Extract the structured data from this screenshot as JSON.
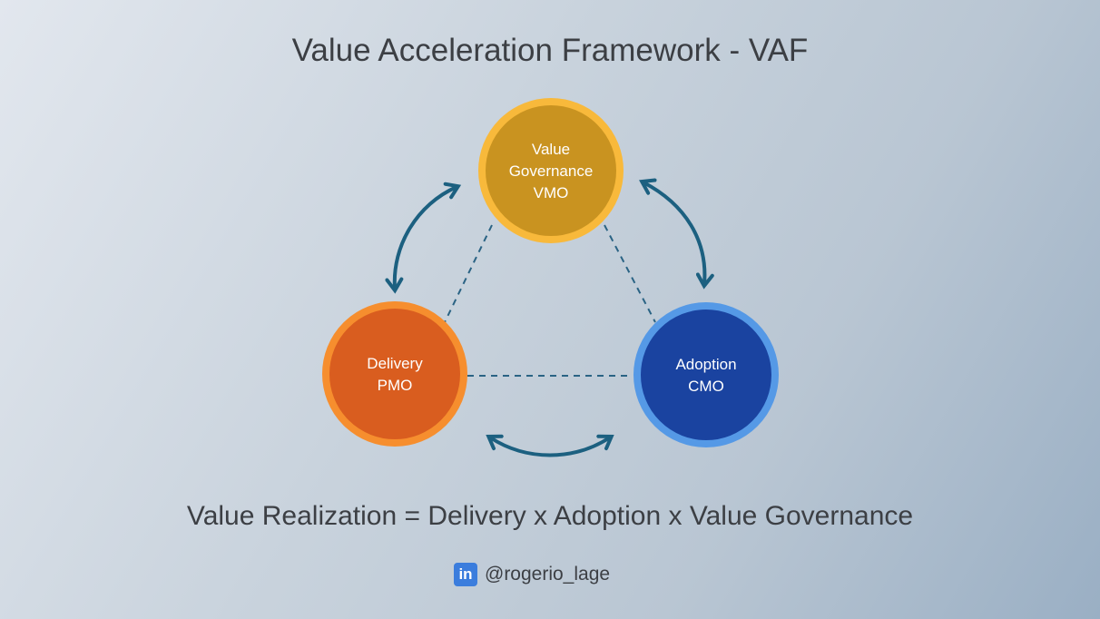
{
  "title": "Value Acceleration Framework - VAF",
  "nodes": [
    {
      "id": "vmo",
      "lines": [
        "Value",
        "Governance",
        "VMO"
      ],
      "fill": "#c99320",
      "ring": "#f8b93b"
    },
    {
      "id": "pmo",
      "lines": [
        "Delivery",
        "PMO"
      ],
      "fill": "#d95d1f",
      "ring": "#f68e2e"
    },
    {
      "id": "cmo",
      "lines": [
        "Adoption",
        "CMO"
      ],
      "fill": "#1a43a0",
      "ring": "#5599e6"
    }
  ],
  "formula": "Value Realization = Delivery x Adoption x Value Governance",
  "credit": {
    "icon": "linkedin-icon",
    "icon_text": "in",
    "handle": "@rogerio_lage"
  },
  "colors": {
    "arrow": "#1c6080",
    "dash": "#2a6384"
  }
}
